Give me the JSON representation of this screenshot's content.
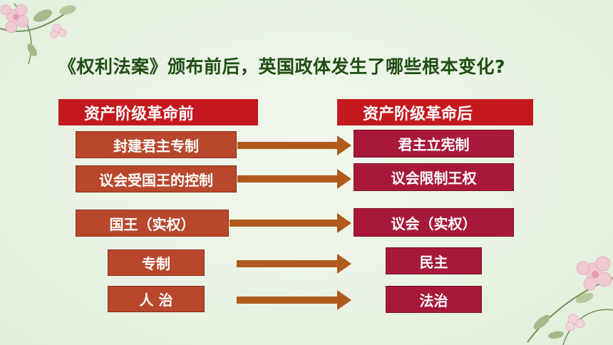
{
  "question": "《权利法案》颁布前后，英国政体发生了哪些根本变化?",
  "headers": {
    "before": "资产阶级革命前",
    "after": "资产阶级革命后"
  },
  "rows": [
    {
      "before": "封建君主专制",
      "after": "君主立宪制"
    },
    {
      "before": "议会受国王的控制",
      "after": "议会限制王权"
    },
    {
      "before": "国王（实权）",
      "after": "议会（实权）"
    },
    {
      "before": "专制",
      "after": "民主"
    },
    {
      "before": "人 治",
      "after": "法治"
    }
  ],
  "colors": {
    "header": "#c4181f",
    "left_box": "#b8472c",
    "right_box": "#a8183a",
    "arrow": "#b15a1c",
    "title": "#1f4d12"
  },
  "icons": {
    "left_decor": "flower-branch-icon",
    "right_decor": "flower-branch-icon"
  }
}
